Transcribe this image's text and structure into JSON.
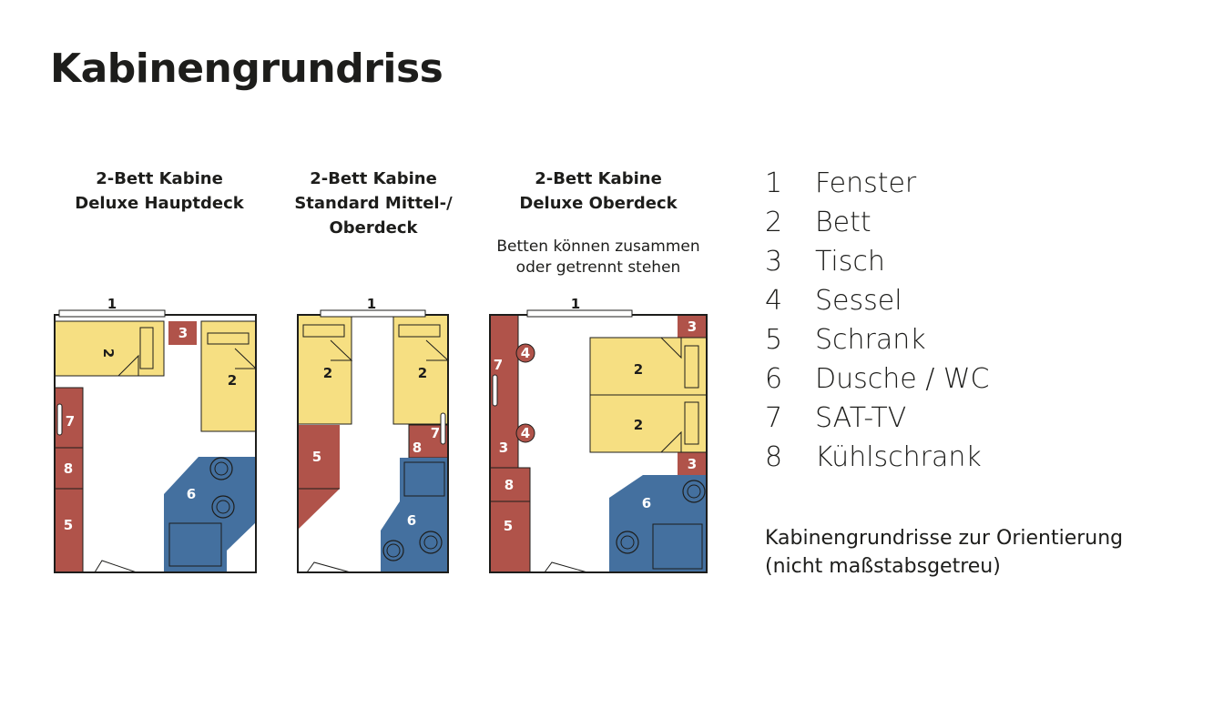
{
  "page": {
    "title": "Kabinengrundriss"
  },
  "colors": {
    "bed": "#f6df82",
    "furniture": "#b0534a",
    "bathroom": "#44709f",
    "wall": "#1d1d1b"
  },
  "cabins": [
    {
      "title_lines": [
        "2-Bett Kabine",
        "Deluxe Hauptdeck"
      ]
    },
    {
      "title_lines": [
        "2-Bett Kabine",
        "Standard Mittel-/",
        "Oberdeck"
      ]
    },
    {
      "title_lines": [
        "2-Bett Kabine",
        "Deluxe Oberdeck"
      ],
      "note_lines": [
        "Betten können zusammen",
        "oder getrennt stehen"
      ]
    }
  ],
  "legend": [
    {
      "num": "1",
      "label": "Fenster"
    },
    {
      "num": "2",
      "label": "Bett"
    },
    {
      "num": "3",
      "label": "Tisch"
    },
    {
      "num": "4",
      "label": "Sessel"
    },
    {
      "num": "5",
      "label": "Schrank"
    },
    {
      "num": "6",
      "label": "Dusche / WC"
    },
    {
      "num": "7",
      "label": "SAT-TV"
    },
    {
      "num": "8",
      "label": "Kühlschrank"
    }
  ],
  "plan_labels": {
    "window": "1",
    "bed": "2",
    "table": "3",
    "armchair": "4",
    "wardrobe": "5",
    "shower": "6",
    "tv": "7",
    "fridge": "8"
  },
  "footnote_lines": [
    "Kabinengrundrisse zur Orientierung",
    "(nicht maßstabsgetreu)"
  ]
}
